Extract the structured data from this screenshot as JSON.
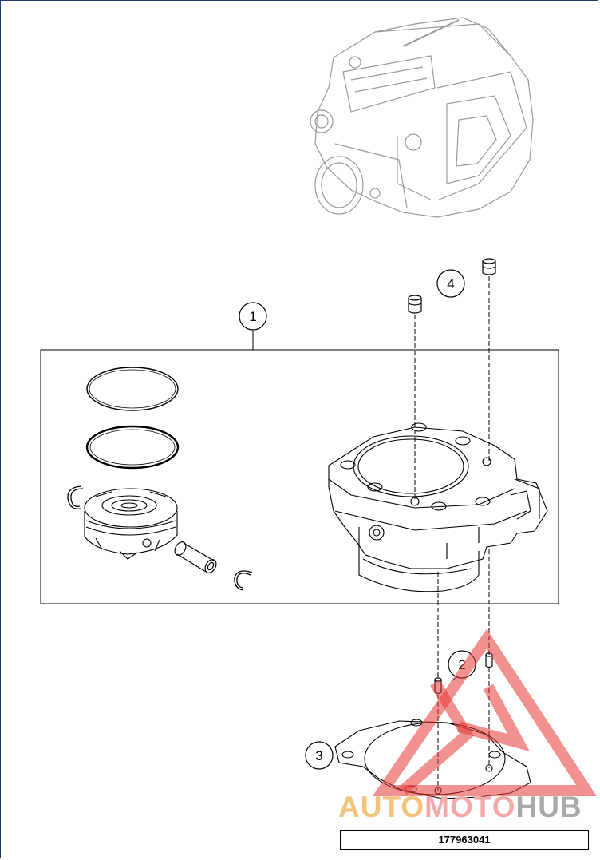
{
  "callouts": {
    "c1": "1",
    "c2": "2",
    "c3": "3",
    "c4": "4"
  },
  "watermark": {
    "part1": "AUTO",
    "part2": "MOTO",
    "part3": "HUB"
  },
  "reference_number": "177963041",
  "colors": {
    "frame": "#1f3a68",
    "line": "#000000",
    "watermark_red": "#e53935",
    "watermark_orange": "#f5c27a",
    "watermark_gray": "#a9a9a9"
  }
}
